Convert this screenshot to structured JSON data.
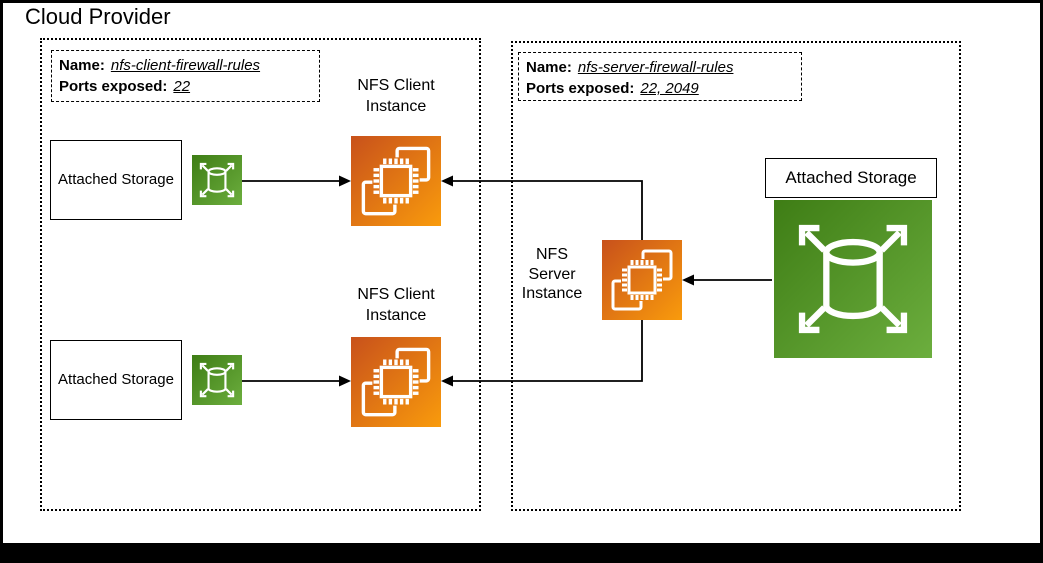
{
  "title": "Cloud Provider",
  "client_group": {
    "firewall": {
      "name_label": "Name:",
      "name_value": "nfs-client-firewall-rules",
      "ports_label": "Ports exposed:",
      "ports_value": "22"
    },
    "rows": [
      {
        "storage_label": "Attached Storage",
        "instance_label": "NFS Client Instance"
      },
      {
        "storage_label": "Attached Storage",
        "instance_label": "NFS Client Instance"
      }
    ]
  },
  "server_group": {
    "firewall": {
      "name_label": "Name:",
      "name_value": "nfs-server-firewall-rules",
      "ports_label": "Ports exposed:",
      "ports_value": "22, 2049"
    },
    "instance_label": "NFS Server Instance",
    "storage_label": "Attached Storage"
  },
  "icons": {
    "instance": "ec2-instance-icon",
    "volume": "ebs-volume-icon"
  },
  "colors": {
    "instance_gradient_start": "#C8511B",
    "instance_gradient_end": "#F99B0C",
    "volume_gradient_start": "#3E7D15",
    "volume_gradient_end": "#6CAE3E",
    "line": "#000000",
    "background": "#FFFFFF"
  }
}
